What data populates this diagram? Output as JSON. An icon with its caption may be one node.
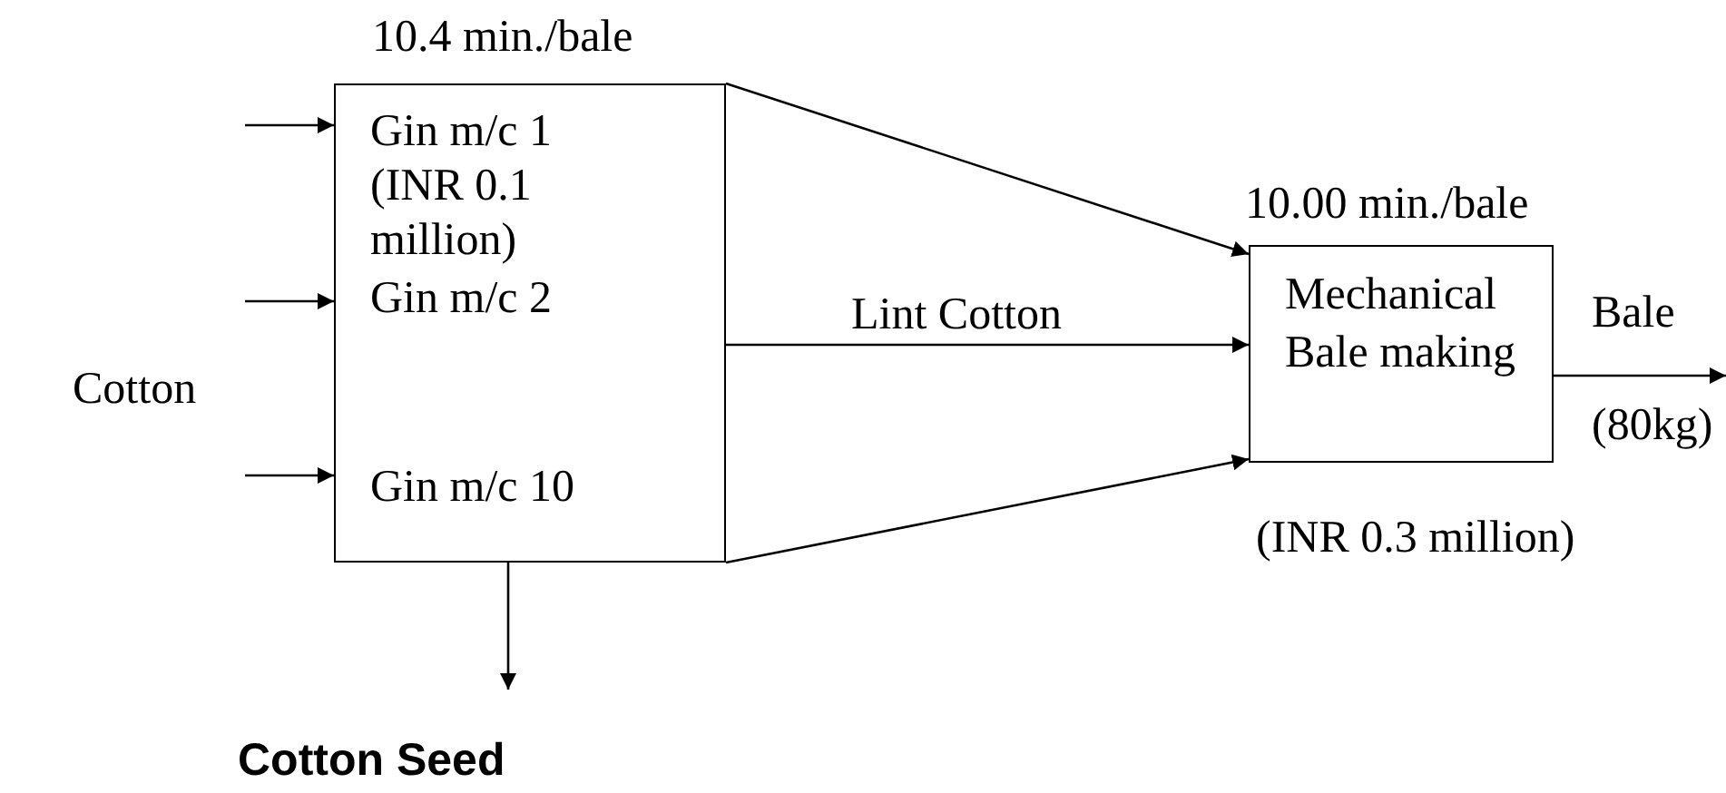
{
  "diagram": {
    "nodes": [
      {
        "text": [
          "Gin m/c 1 (INR 0.1 million)",
          "Gin m/c 2",
          "Gin m/c 10"
        ],
        "beside": [
          "10.4 min./bale"
        ]
      },
      {
        "text": [
          "Mechanical Bale making"
        ],
        "beside": [
          "10.00 min./bale",
          "(INR 0.3 million)"
        ]
      },
      {
        "text": [
          "Cotton Seed"
        ]
      }
    ],
    "edges": [
      {
        "from": null,
        "to": 0,
        "arrow": "to"
      },
      {
        "from": null,
        "to": 0,
        "arrow": "to"
      },
      {
        "from": null,
        "to": 0,
        "arrow": "to"
      },
      {
        "from": 0,
        "to": 1,
        "arrow": "to"
      },
      {
        "from": 0,
        "to": 1,
        "arrow": "to",
        "label": "Lint Cotton"
      },
      {
        "from": 0,
        "to": 1,
        "arrow": "to"
      },
      {
        "from": 0,
        "to": 2,
        "arrow": "to"
      },
      {
        "from": 1,
        "to": null,
        "arrow": "to"
      }
    ],
    "labels": [
      "Cotton",
      "Bale",
      "(80kg)"
    ]
  }
}
